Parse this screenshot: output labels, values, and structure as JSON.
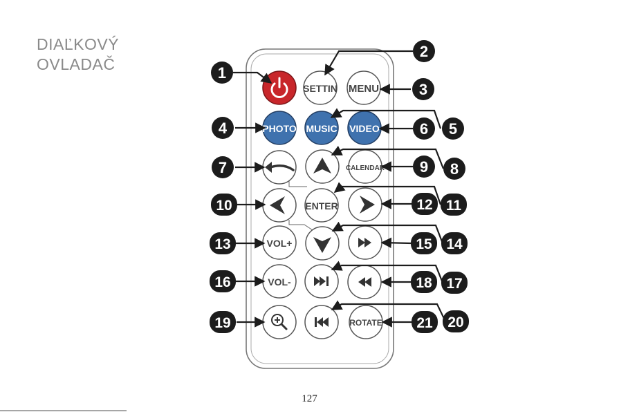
{
  "heading": {
    "line1": "DIAĽKOVÝ",
    "line2": "OVLADAČ"
  },
  "page_number": "127",
  "colors": {
    "power": "#c8262a",
    "media": "#3f72ae",
    "outline": "#555555",
    "callout": "#1c1c1c"
  },
  "buttons": {
    "power": {
      "label": "",
      "icon": "power-icon"
    },
    "settin": {
      "label": "SETTIN"
    },
    "menu": {
      "label": "MENU"
    },
    "photo": {
      "label": "PHOTO"
    },
    "music": {
      "label": "MUSIC"
    },
    "video": {
      "label": "VIDEO"
    },
    "back": {
      "label": "",
      "icon": "back-arrow-icon"
    },
    "up": {
      "label": "",
      "icon": "arrow-up-icon"
    },
    "calendar": {
      "label": "CALENDAR"
    },
    "left": {
      "label": "",
      "icon": "arrow-left-icon"
    },
    "enter": {
      "label": "ENTER"
    },
    "right": {
      "label": "",
      "icon": "arrow-right-icon"
    },
    "volup": {
      "label": "VOL+"
    },
    "down": {
      "label": "",
      "icon": "arrow-down-icon"
    },
    "ff": {
      "label": "",
      "icon": "fast-forward-icon"
    },
    "voldown": {
      "label": "VOL-"
    },
    "next": {
      "label": "",
      "icon": "skip-next-icon"
    },
    "rew": {
      "label": "",
      "icon": "rewind-icon"
    },
    "zoom": {
      "label": "",
      "icon": "zoom-in-icon"
    },
    "prev": {
      "label": "",
      "icon": "skip-previous-icon"
    },
    "rotate": {
      "label": "ROTATE"
    }
  },
  "callouts": {
    "n1": "1",
    "n2": "2",
    "n3": "3",
    "n4": "4",
    "n5": "5",
    "n6": "6",
    "n7": "7",
    "n8": "8",
    "n9": "9",
    "n10": "10",
    "n11": "11",
    "n12": "12",
    "n13": "13",
    "n14": "14",
    "n15": "15",
    "n16": "16",
    "n17": "17",
    "n18": "18",
    "n19": "19",
    "n20": "20",
    "n21": "21"
  }
}
